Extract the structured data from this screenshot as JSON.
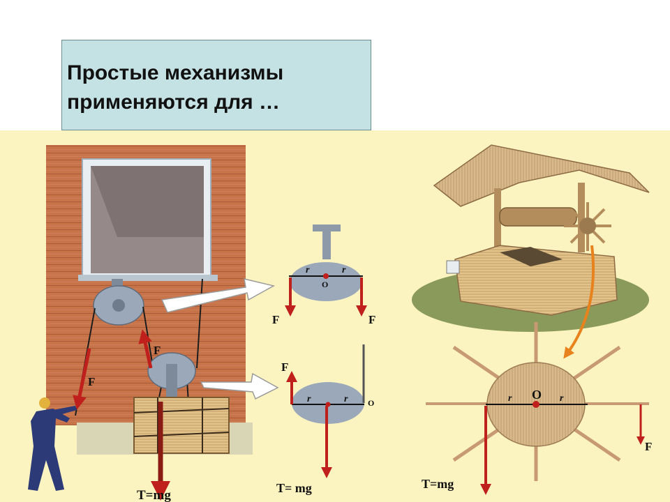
{
  "title": "Простые механизмы\nприменяются для …",
  "diagram": {
    "fixed_pulley": {
      "r_left": "r",
      "r_right": "r",
      "center": "O",
      "force_left": "F",
      "force_right": "F"
    },
    "movable_pulley": {
      "force_up": "F",
      "r_left": "r",
      "r_right": "r",
      "center": "O",
      "load": "T= mg"
    },
    "wheel": {
      "r_left": "r",
      "r_right": "r",
      "center": "O",
      "force": "F",
      "load": "T=mg"
    },
    "scene": {
      "force_rope_left": "F",
      "force_rope_mid": "F",
      "load": "T=mg"
    }
  },
  "colors": {
    "panel": "#fbf4c0",
    "title_box": "#c4e1e3",
    "force_arrow": "#c0201c",
    "wall": "#c66f46"
  }
}
